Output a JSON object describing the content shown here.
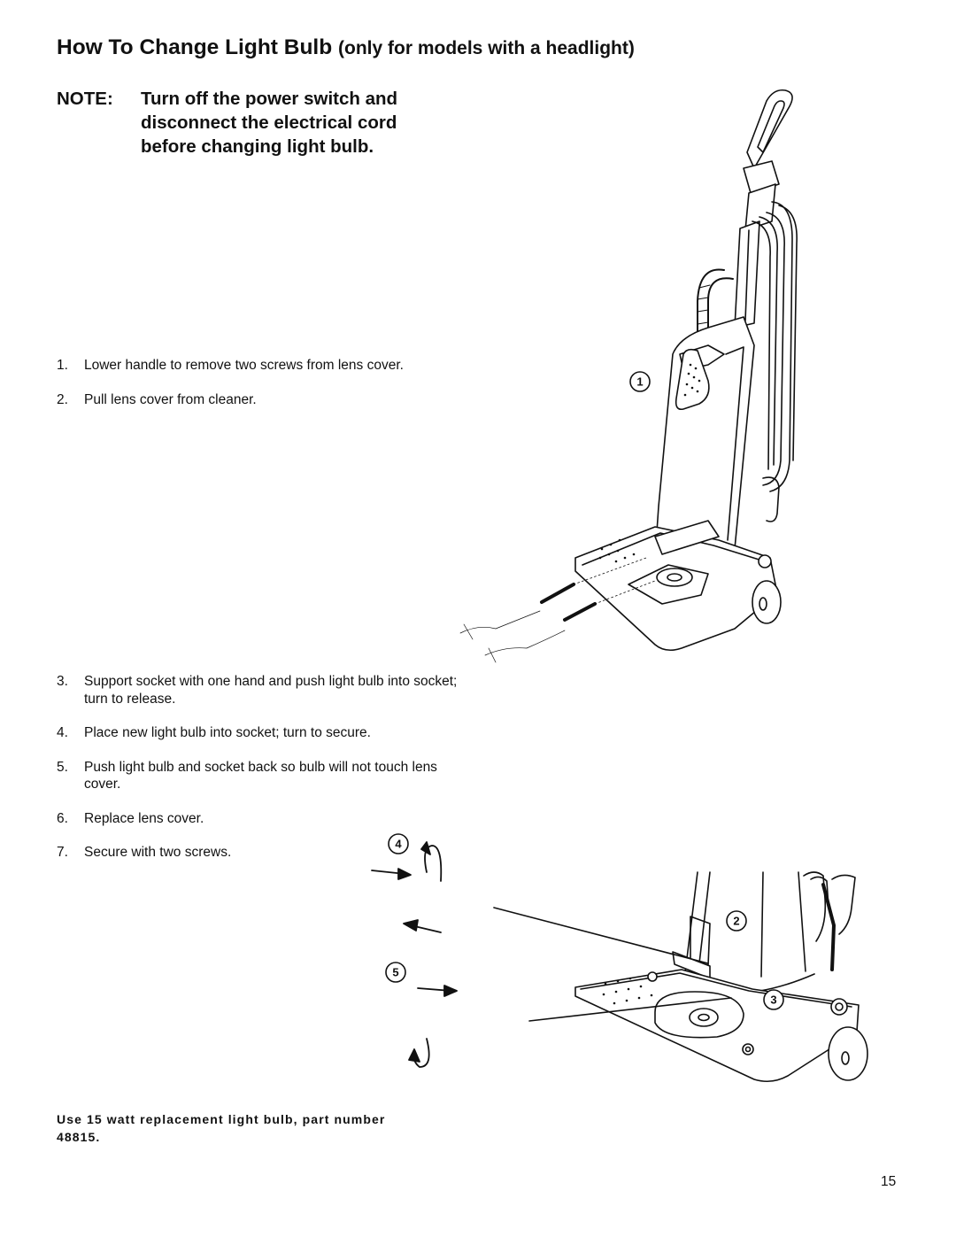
{
  "title": {
    "main": "How To Change Light Bulb",
    "sub": "(only for models with a headlight)"
  },
  "note": {
    "label": "NOTE:",
    "text": "Turn off the power switch and disconnect the electrical cord before changing light bulb."
  },
  "steps": [
    {
      "num": "1.",
      "text": "Lower handle to remove two screws from lens cover."
    },
    {
      "num": "2.",
      "text": "Pull lens cover from cleaner."
    },
    {
      "num": "3.",
      "text": "Support socket with one hand and push light bulb into socket; turn to release."
    },
    {
      "num": "4.",
      "text": "Place new light bulb into socket; turn to secure."
    },
    {
      "num": "5.",
      "text": "Push light bulb and socket back so bulb will not touch lens cover."
    },
    {
      "num": "6.",
      "text": "Replace lens cover."
    },
    {
      "num": "7.",
      "text": "Secure with two screws."
    }
  ],
  "callouts": {
    "c1": "1",
    "c2": "2",
    "c3": "3",
    "c4": "4",
    "c5": "5"
  },
  "footnote": "Use 15 watt replacement light bulb, part number 48815.",
  "page_number": "15"
}
